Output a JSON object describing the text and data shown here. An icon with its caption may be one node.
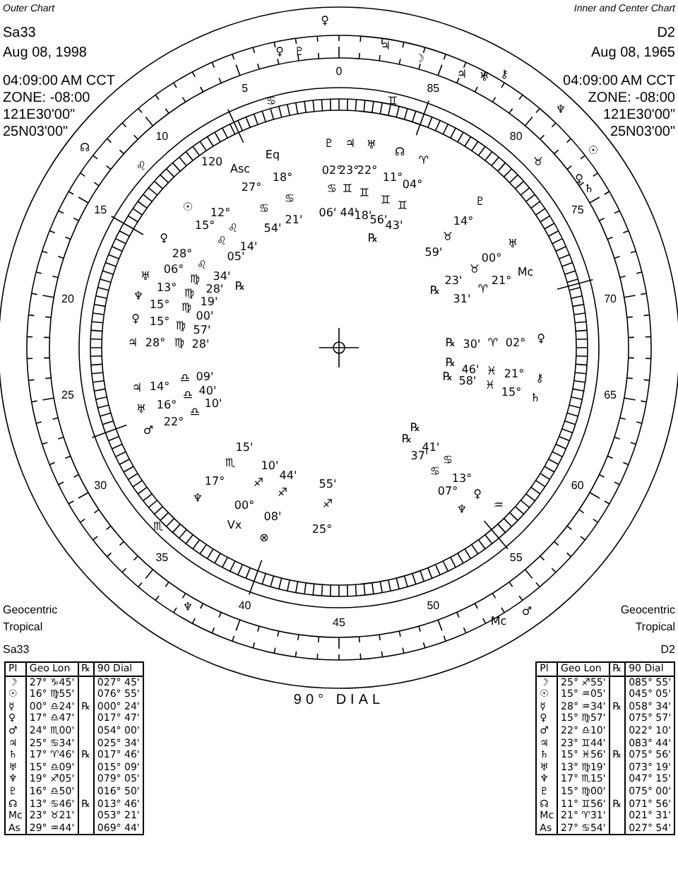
{
  "diagram": {
    "labels": [
      "Outer Chart",
      "Sa33",
      "Aug 08, 1998",
      "04:09:00 AM CCT",
      "ZONE: -08:00",
      "121E30'00\"",
      "25N03'00\"",
      "Inner and Center Chart",
      "D2",
      "Aug 08, 1965",
      "04:09:00 AM CCT",
      "ZONE: -08:00",
      "121E30'00\"",
      "25N03'00\"",
      "Geocentric",
      "Tropical",
      "Geocentric",
      "Tropical",
      "0",
      "5",
      "10",
      "15",
      "20",
      "25",
      "30",
      "35",
      "40",
      "45",
      "50",
      "55",
      "60",
      "65",
      "70",
      "75",
      "80",
      "85",
      "90° DIAL",
      "Eq",
      "Asc",
      "18°",
      "27°",
      "♋",
      "♋",
      "21'",
      "54'",
      "☉",
      "12°",
      "15°",
      "♌",
      "♌",
      "14'",
      "05'",
      "♀",
      "28°",
      "06°",
      "♌",
      "♅",
      "♍",
      "34'",
      "13°",
      "♍",
      "28'",
      "℞",
      "♆",
      "15°",
      "♍",
      "19'",
      "♀",
      "15°",
      "♍",
      "00'",
      "57'",
      "♃",
      "28°",
      "♍",
      "28'",
      "♇",
      "♃",
      "♅",
      "☊",
      "♈",
      "02°",
      "23°",
      "22°",
      "11°",
      "04°",
      "♋",
      "♊",
      "♊",
      "♊",
      "♊",
      "06'",
      "44'",
      "18'",
      "56'",
      "43'",
      "℞",
      "♇",
      "14°",
      "♉",
      "♅",
      "59'",
      "00°",
      "♉",
      "Mc",
      "23'",
      "21°",
      "℞",
      "♈",
      "31'",
      "℞",
      "30'",
      "♈",
      "02°",
      "♀",
      "℞",
      "℞",
      "46'",
      "58'",
      "♓",
      "♓",
      "21°",
      "15°",
      "⚷",
      "♄",
      "♃",
      "14°",
      "♎",
      "09'",
      "♎",
      "40'",
      "♅",
      "16°",
      "♎",
      "10'",
      "♂",
      "22°",
      "15'",
      "♏",
      "10'",
      "44'",
      "17°",
      "♐",
      "♐",
      "55'",
      "♆",
      "00°",
      "♐",
      "08'",
      "Vx",
      "⊗",
      "25°",
      "℞",
      "℞",
      "41'",
      "37'",
      "♋",
      "♋",
      "13°",
      "07°",
      "♀",
      "♆",
      "♀",
      "♀",
      "♇",
      "♃",
      "☽",
      "♃",
      "♅",
      "⚷",
      "♆",
      "☉",
      "♀",
      "♄",
      "☊",
      "♌",
      "♋",
      "♊",
      "120",
      "♉",
      "♏",
      "♒",
      "♂",
      "Mc",
      "♆",
      "Sa33",
      "D2",
      "Pl",
      "Geo Lon",
      "℞",
      "90 Dial",
      "☽",
      "27° ♑45'",
      "027° 45'",
      "☉",
      "16° ♍55'",
      "076° 55'",
      "☿",
      "00° ♎24'",
      "℞",
      "000° 24'",
      "♀",
      "17° ♎47'",
      "017° 47'",
      "♂",
      "24° ♏00'",
      "054° 00'",
      "♃",
      "25° ♋34'",
      "025° 34'",
      "♄",
      "17° ♈46'",
      "℞",
      "017° 46'",
      "♅",
      "15° ♎09'",
      "015° 09'",
      "♆",
      "19° ♐05'",
      "079° 05'",
      "♇",
      "16° ♎50'",
      "016° 50'",
      "☊",
      "13° ♋46'",
      "℞",
      "013° 46'",
      "Mc",
      "23° ♉21'",
      "053° 21'",
      "As",
      "29° ♒44'",
      "069° 44'",
      "Pl",
      "Geo Lon",
      "℞",
      "90 Dial",
      "☽",
      "25° ♐55'",
      "085° 55'",
      "☉",
      "15° ♒05'",
      "045° 05'",
      "☿",
      "28° ♒34'",
      "℞",
      "058° 34'",
      "♀",
      "15° ♍57'",
      "075° 57'",
      "♂",
      "22° ♎10'",
      "022° 10'",
      "♃",
      "23° ♊44'",
      "083° 44'",
      "♄",
      "15° ♓56'",
      "℞",
      "075° 56'",
      "♅",
      "13° ♍19'",
      "073° 19'",
      "♆",
      "17° ♏15'",
      "047° 15'",
      "♇",
      "15° ♍00'",
      "075° 00'",
      "☊",
      "11° ♊56'",
      "℞",
      "071° 56'",
      "Mc",
      "21° ♈31'",
      "021° 31'",
      "As",
      "27° ♋54'",
      "027° 54'"
    ]
  }
}
